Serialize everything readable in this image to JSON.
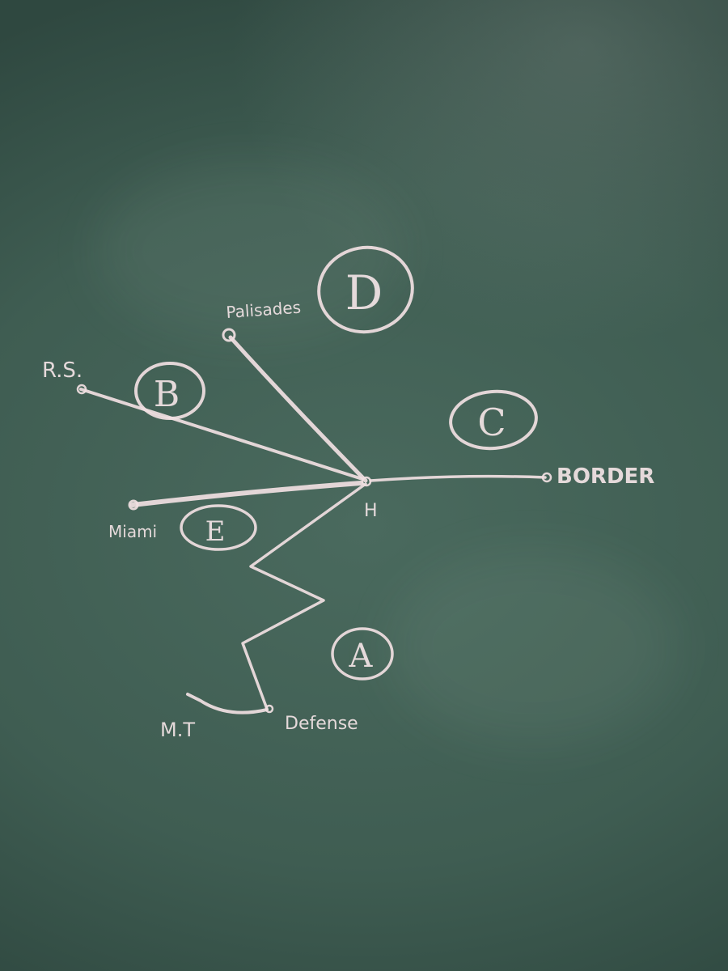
{
  "diagram": {
    "hub": {
      "label": "H"
    },
    "nodes": {
      "rs": {
        "label": "R.S."
      },
      "palisades": {
        "label": "Palisades"
      },
      "border": {
        "label": "BORDER"
      },
      "miami": {
        "label": "Miami"
      },
      "defense": {
        "label": "Defense"
      },
      "mt": {
        "label": "M.T"
      }
    },
    "regions": {
      "a": {
        "label": "A"
      },
      "b": {
        "label": "B"
      },
      "c": {
        "label": "C"
      },
      "d": {
        "label": "D"
      },
      "e": {
        "label": "E"
      }
    }
  }
}
